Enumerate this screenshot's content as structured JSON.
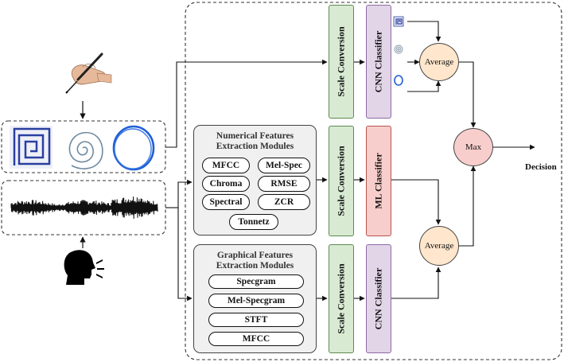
{
  "numerical_panel": {
    "title_line1": "Numerical Features",
    "title_line2": "Extraction Modules",
    "features": [
      "MFCC",
      "Mel-Spec",
      "Chroma",
      "RMSE",
      "Spectral",
      "ZCR",
      "Tonnetz"
    ]
  },
  "graphical_panel": {
    "title_line1": "Graphical Features",
    "title_line2": "Extraction Modules",
    "features": [
      "Specgram",
      "Mel-Specgram",
      "STFT",
      "MFCC"
    ]
  },
  "blocks": {
    "scale_conversion": "Scale Conversion",
    "cnn_classifier": "CNN Classifier",
    "ml_classifier": "ML Classifier"
  },
  "nodes": {
    "average": "Average",
    "max": "Max"
  },
  "output_label": "Decision",
  "colors": {
    "scale_fill": "#d9ead3",
    "scale_border": "#5c8a4f",
    "cnn_fill": "#e1d5e7",
    "cnn_border": "#8e6ba3",
    "ml_fill": "#f8cecc",
    "ml_border": "#b85450",
    "average_fill": "#ffe6cc",
    "max_fill": "#f8cecc",
    "drawing_blue": "#2a3f9e"
  },
  "icons": [
    "hand-writing-pen-icon",
    "spiral-square-drawing-icon",
    "spiral-drawing-icon",
    "circle-drawing-icon",
    "audio-waveform-icon",
    "speaking-head-icon"
  ]
}
